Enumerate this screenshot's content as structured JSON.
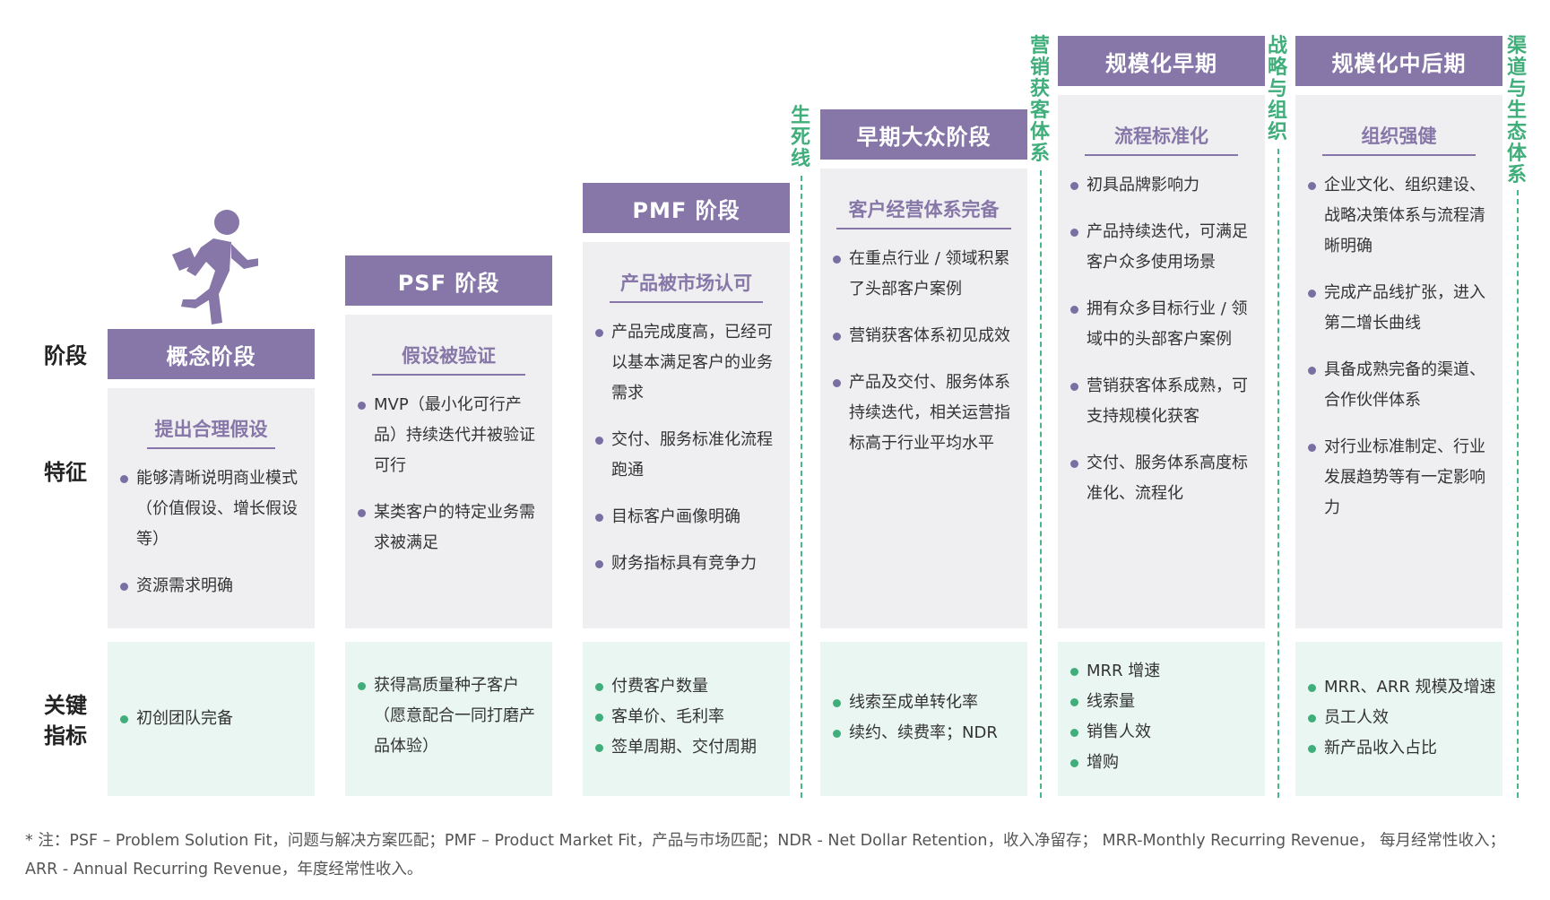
{
  "row_labels": {
    "stage": "阶段",
    "features": "特征",
    "kpi": "关键\n指标"
  },
  "stages": [
    {
      "name": "概念阶段",
      "feature_title": "提出合理假设",
      "features": [
        "能够清晰说明商业模式（价值假设、增长假设等）",
        "资源需求明确"
      ],
      "kpis": [
        "初创团队完备"
      ]
    },
    {
      "name": "PSF 阶段",
      "feature_title": "假设被验证",
      "features": [
        "MVP（最小化可行产品）持续迭代并被验证可行",
        "某类客户的特定业务需求被满足"
      ],
      "kpis": [
        "获得高质量种子客户（愿意配合一同打磨产品体验）"
      ]
    },
    {
      "name": "PMF 阶段",
      "feature_title": "产品被市场认可",
      "features": [
        "产品完成度高，已经可以基本满足客户的业务需求",
        "交付、服务标准化流程跑通",
        "目标客户画像明确",
        "财务指标具有竞争力"
      ],
      "kpis": [
        "付费客户数量",
        "客单价、毛利率",
        "签单周期、交付周期"
      ]
    },
    {
      "name": "早期大众阶段",
      "feature_title": "客户经营体系完备",
      "features": [
        "在重点行业 / 领域积累了头部客户案例",
        "营销获客体系初见成效",
        "产品及交付、服务体系持续迭代，相关运营指标高于行业平均水平"
      ],
      "kpis": [
        "线索至成单转化率",
        "续约、续费率；NDR"
      ]
    },
    {
      "name": "规模化早期",
      "feature_title": "流程标准化",
      "features": [
        "初具品牌影响力",
        "产品持续迭代，可满足客户众多使用场景",
        "拥有众多目标行业 / 领域中的头部客户案例",
        "营销获客体系成熟，可支持规模化获客",
        "交付、服务体系高度标准化、流程化"
      ],
      "kpis": [
        "MRR 增速",
        "线索量",
        "销售人效",
        "增购"
      ]
    },
    {
      "name": "规模化中后期",
      "feature_title": "组织强健",
      "features": [
        "企业文化、组织建设、战略决策体系与流程清晰明确",
        "完成产品线扩张，进入第二增长曲线",
        "具备成熟完备的渠道、合作伙伴体系",
        "对行业标准制定、行业发展趋势等有一定影响力"
      ],
      "kpis": [
        "MRR、ARR 规模及增速",
        "员工人效",
        "新产品收入占比"
      ]
    }
  ],
  "milestones": [
    "生死线",
    "营销获客体系",
    "战略与组织",
    "渠道与生态体系"
  ],
  "footnote": "* 注：PSF – Problem Solution Fit，问题与解决方案匹配；PMF – Product Market Fit，产品与市场匹配；NDR - Net Dollar Retention，收入净留存；  MRR-Monthly Recurring Revenue，  每月经常性收入；   ARR - Annual Recurring Revenue，年度经常性收入。",
  "colors": {
    "accent_purple": "#8677a8",
    "accent_green": "#3fae7a",
    "feature_bg": "#efeff2",
    "kpi_bg": "#eaf6f1"
  },
  "icons": [
    "running-businessman-icon"
  ]
}
